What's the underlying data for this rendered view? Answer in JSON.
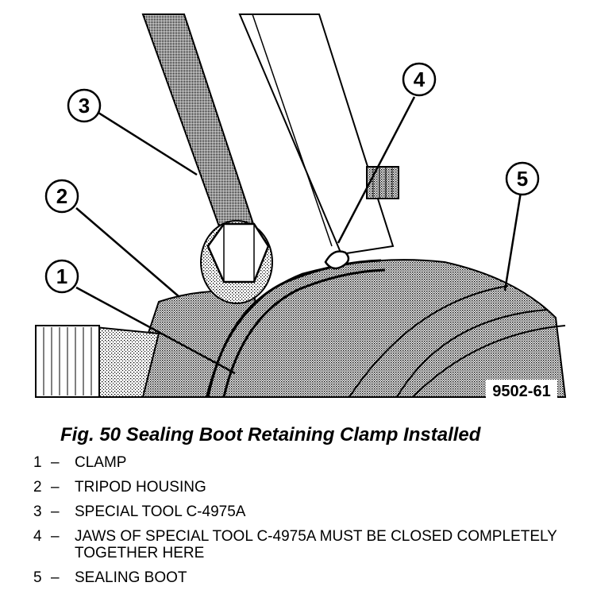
{
  "figure": {
    "code": "9502-61",
    "caption": "Fig. 50 Sealing Boot Retaining Clamp Installed",
    "callouts": [
      "1",
      "2",
      "3",
      "4",
      "5"
    ]
  },
  "legend": [
    {
      "num": "1",
      "dash": "–",
      "text": "CLAMP"
    },
    {
      "num": "2",
      "dash": "–",
      "text": "TRIPOD HOUSING"
    },
    {
      "num": "3",
      "dash": "–",
      "text": "SPECIAL TOOL C-4975A"
    },
    {
      "num": "4",
      "dash": "–",
      "text": "JAWS OF SPECIAL TOOL C-4975A MUST BE CLOSED COMPLETELY TOGETHER HERE"
    },
    {
      "num": "5",
      "dash": "–",
      "text": "SEALING BOOT"
    }
  ]
}
